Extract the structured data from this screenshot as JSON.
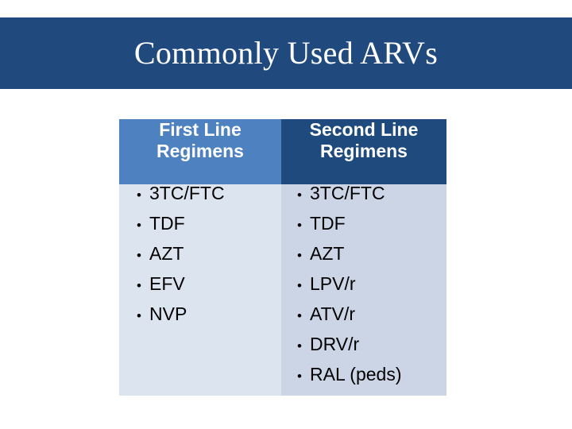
{
  "slide": {
    "title": "Commonly Used ARVs",
    "banner_color": "#204A7D",
    "title_color": "#FFFFFF",
    "background_color": "#FFFFFF"
  },
  "table": {
    "columns": [
      {
        "header": "First Line Regimens",
        "header_line_1": "First Line",
        "header_line_2": "Regimens",
        "header_bg": "#4E81C0",
        "body_bg": "#DCE4EF",
        "items": [
          "3TC/FTC",
          "TDF",
          "AZT",
          "EFV",
          "NVP"
        ]
      },
      {
        "header": "Second Line Regimens",
        "header_line_1": "Second Line",
        "header_line_2": "Regimens",
        "header_bg": "#1F4A7D",
        "body_bg": "#CCD5E6",
        "items": [
          "3TC/FTC",
          "TDF",
          "AZT",
          "LPV/r",
          "ATV/r",
          "DRV/r",
          "RAL (peds)"
        ]
      }
    ],
    "bullet_glyph": "•"
  }
}
